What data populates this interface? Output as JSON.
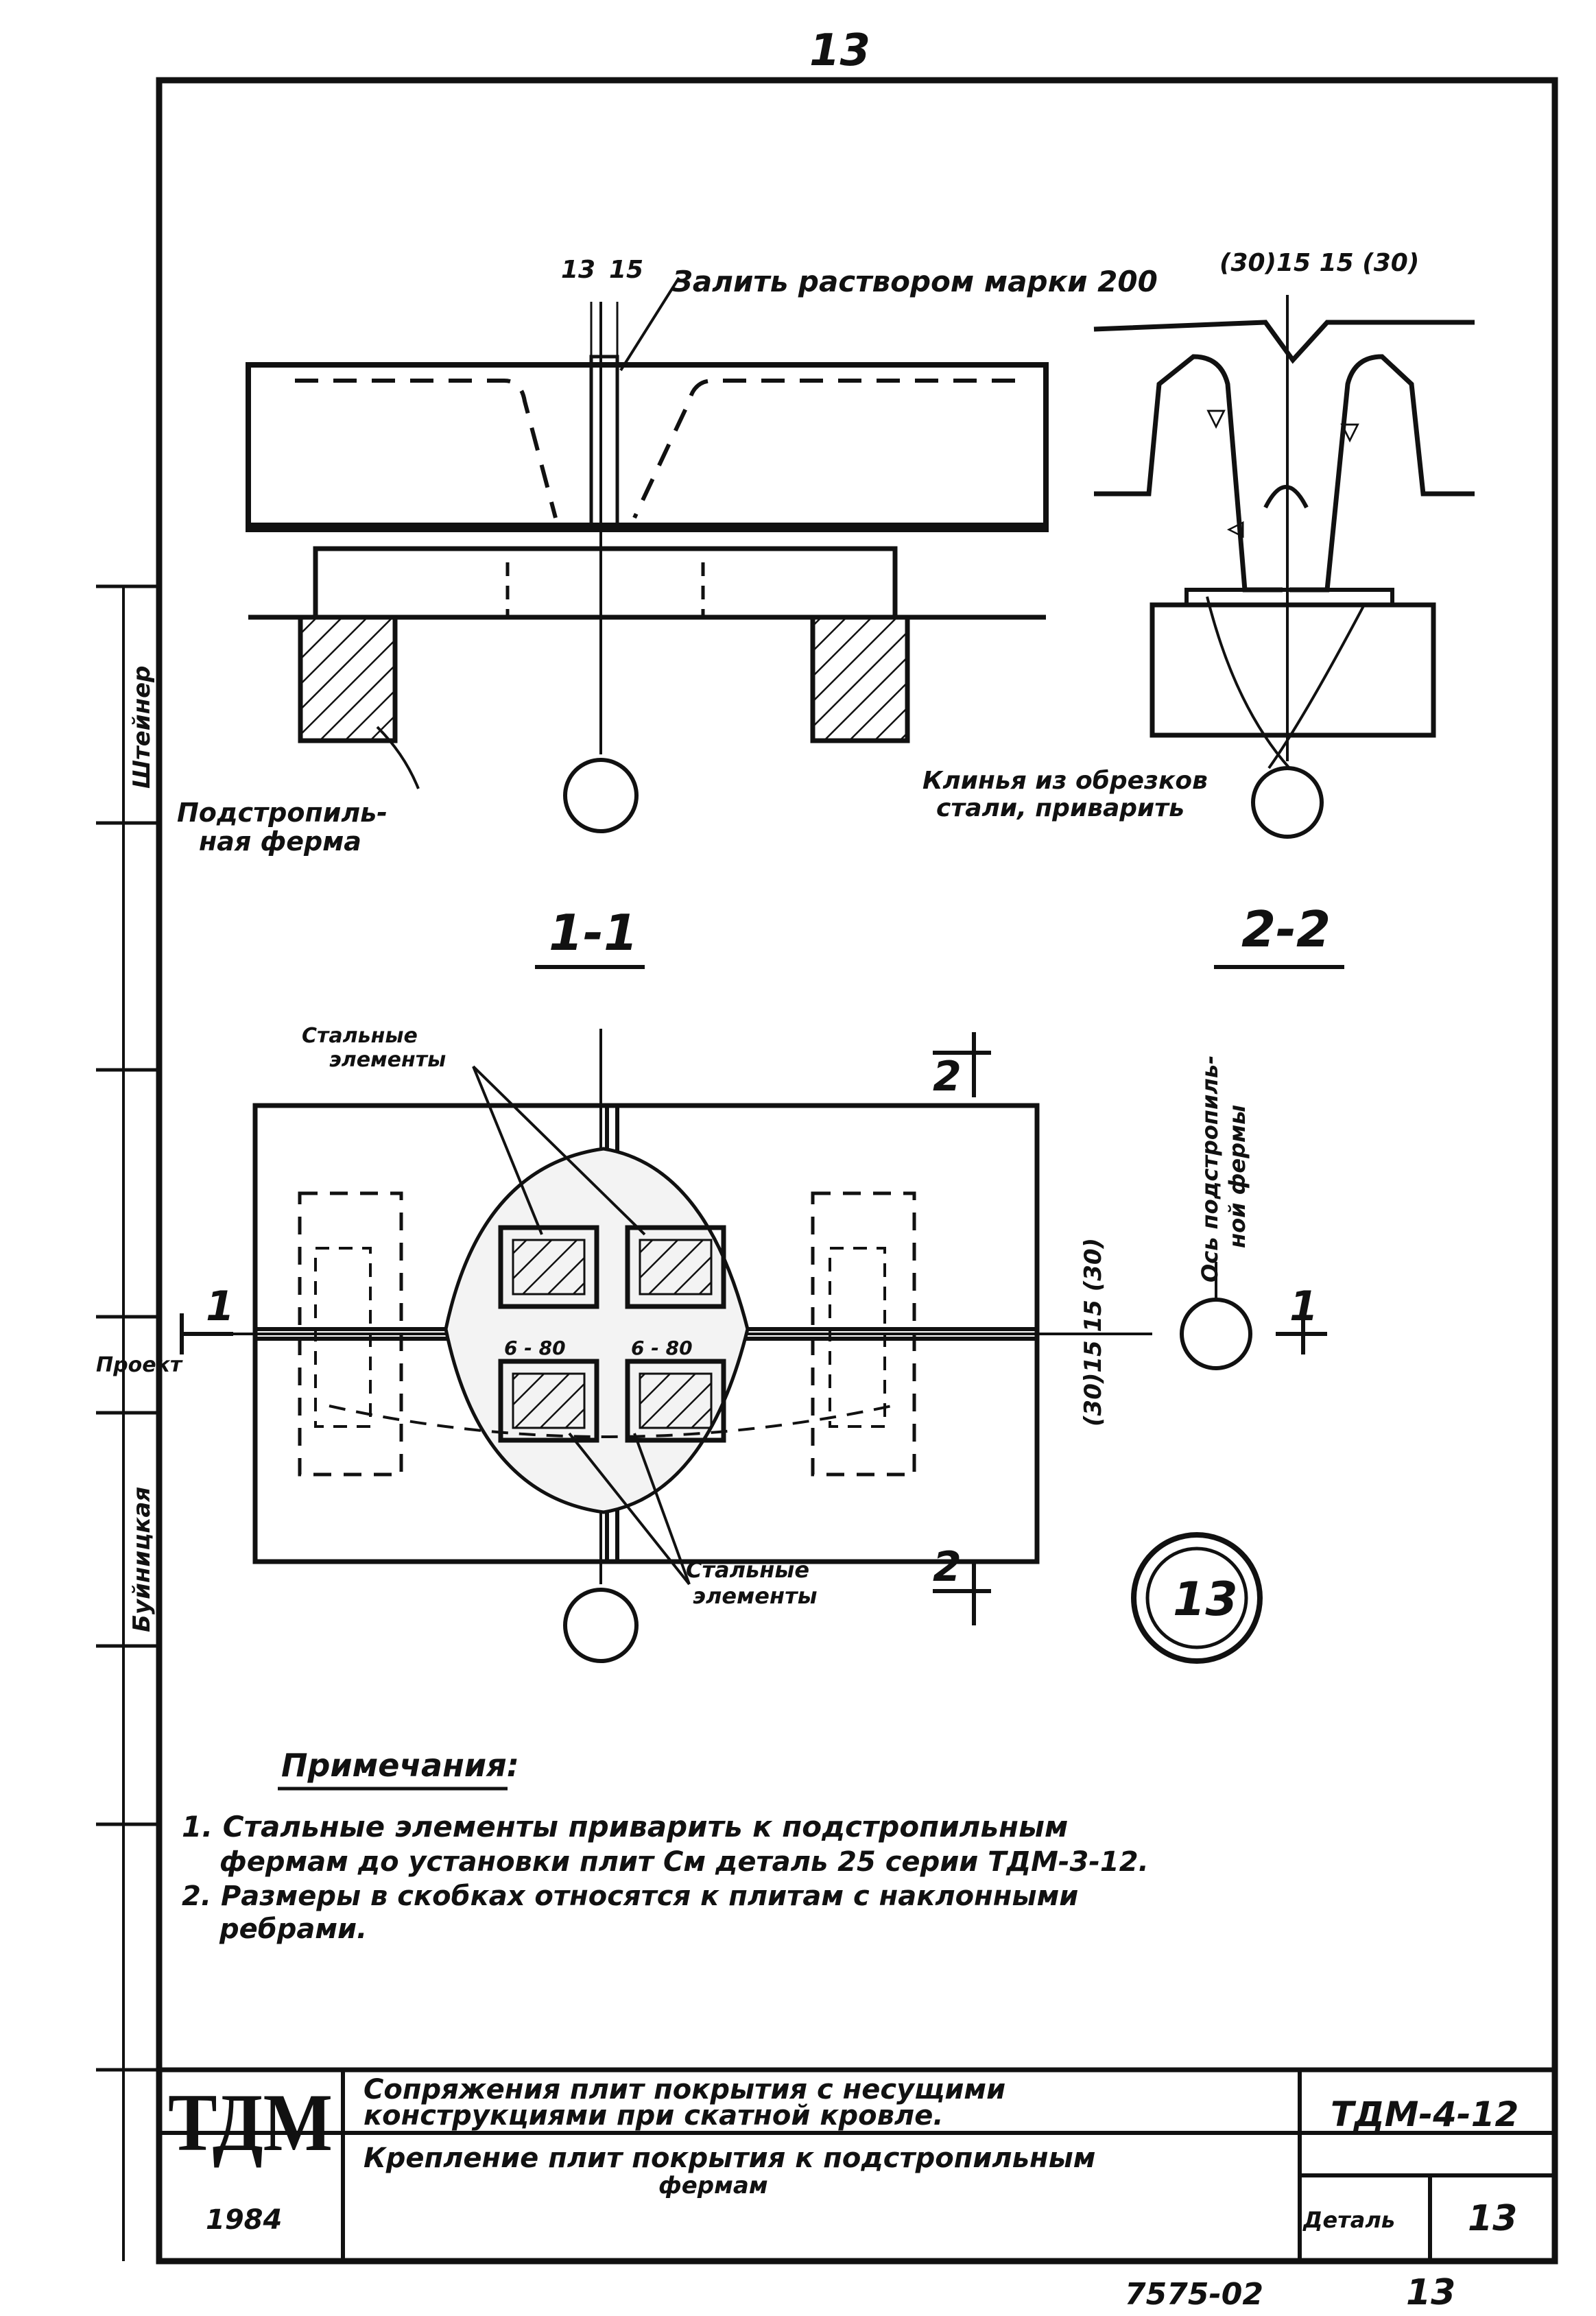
{
  "sheet": {
    "page_number_top": "13",
    "page_number_bottom": "13",
    "inventory_number": "7575-02"
  },
  "section_1_1": {
    "dim_left": "13",
    "dim_right": "15",
    "grout_note": "Залить раствором марки 200",
    "truss_label_line1": "Подстропиль-",
    "truss_label_line2": "ная ферма",
    "title": "1-1"
  },
  "section_2_2": {
    "dims": "(30)15 15 (30)",
    "wedge_line1": "Клинья из обрезков",
    "wedge_line2": "стали, приварить",
    "title": "2-2"
  },
  "plan": {
    "steel_top": [
      "Стальные",
      "элементы"
    ],
    "steel_bottom": [
      "Стальные",
      "элементы"
    ],
    "axis_note": [
      "Ось подстропиль-",
      "ной фермы"
    ],
    "cut_marker_top": "2",
    "cut_marker_bottom": "2",
    "cut_marker_left": "1",
    "cut_marker_right": "1",
    "dim_vertical": "(30)15 15 (30)",
    "weld_left": "6 - 80",
    "weld_right": "6 - 80",
    "detail_number": "13"
  },
  "notes": {
    "heading": "Примечания:",
    "items": [
      "1. Стальные элементы приварить к подстропильным",
      "фермам до установки плит См деталь 25 серии ТДМ-3-12.",
      "2. Размеры в скобках относятся к плитам с наклонными",
      "ребрами."
    ]
  },
  "left_stamps": [
    "Штейнер",
    "Буйницкая",
    "Проект"
  ],
  "title_block": {
    "logo": "ТДМ",
    "year": "1984",
    "title_upper": [
      "Сопряжения плит покрытия с несущими",
      "конструкциями при скатной кровле."
    ],
    "title_lower": [
      "Крепление плит покрытия к подстропильным",
      "фермам"
    ],
    "series": "ТДМ-4-12",
    "detail_label": "Деталь",
    "detail_value": "13"
  }
}
